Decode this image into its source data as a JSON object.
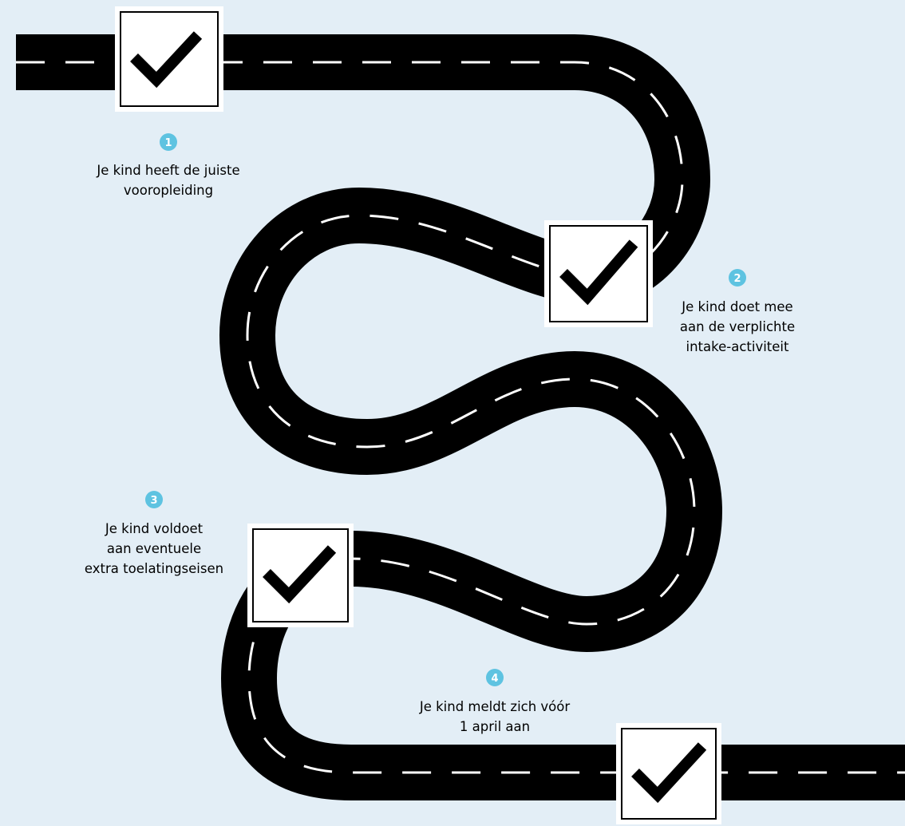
{
  "colors": {
    "background": "#e3eef6",
    "road": "#000000",
    "lane_marking": "#ffffff",
    "badge": "#5ec3e1",
    "check_box_fill": "#ffffff",
    "check_mark": "#000000"
  },
  "steps": [
    {
      "number": "1",
      "lines": [
        "Je kind heeft de juiste",
        "vooropleiding"
      ]
    },
    {
      "number": "2",
      "lines": [
        "Je kind doet mee",
        "aan de verplichte",
        "intake-activiteit"
      ]
    },
    {
      "number": "3",
      "lines": [
        "Je kind voldoet",
        "aan eventuele",
        "extra toelatingseisen"
      ]
    },
    {
      "number": "4",
      "lines": [
        "Je kind meldt zich vóór",
        "1 april aan"
      ]
    }
  ],
  "checkpoints": [
    {
      "icon": "checkmark-icon"
    },
    {
      "icon": "checkmark-icon"
    },
    {
      "icon": "checkmark-icon"
    },
    {
      "icon": "checkmark-icon"
    }
  ]
}
